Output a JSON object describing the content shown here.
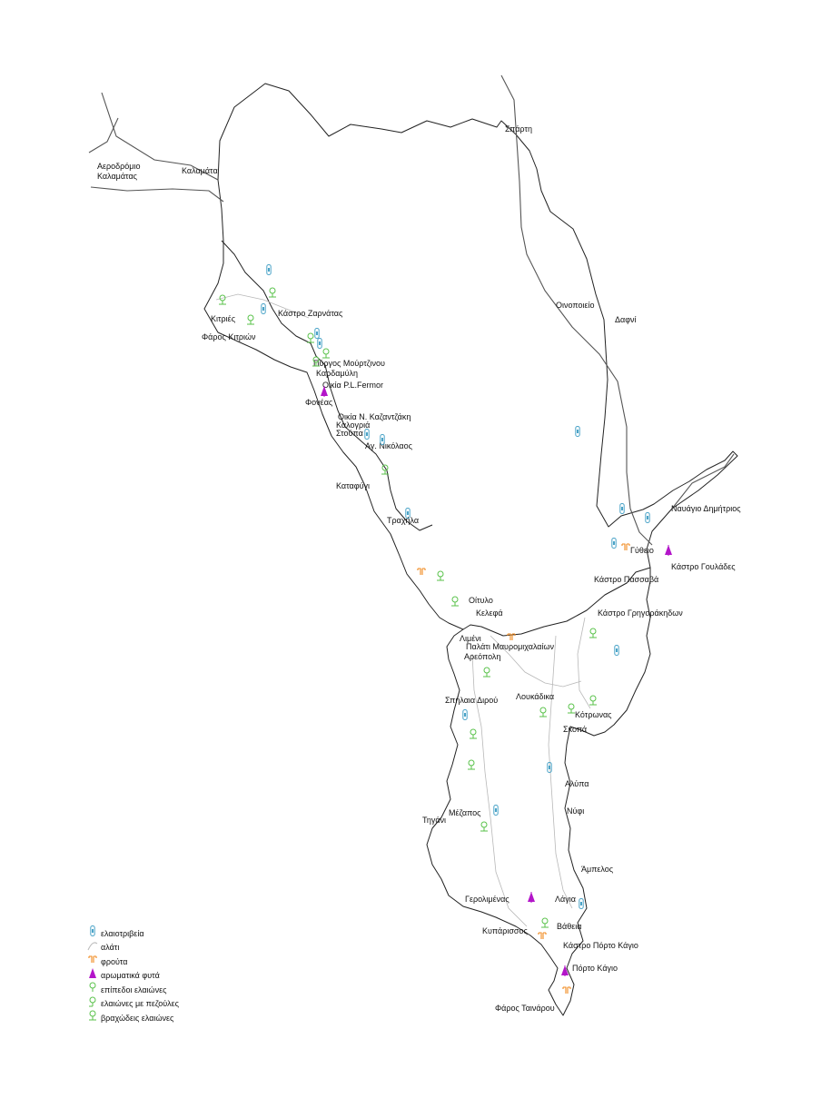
{
  "colors": {
    "coast": "#222222",
    "road": "#555555",
    "salt_route": "#b8b8b8",
    "olive_press": "#4aa3c7",
    "fruit": "#f08a1e",
    "aromatic": "#b315c9",
    "olive_grove": "#59c24a"
  },
  "places": [
    {
      "label": "Σπάρτη"
    },
    {
      "label": "Αεροδρόμιο"
    },
    {
      "label": "Καλαμάτας"
    },
    {
      "label": "Καλαμάτα"
    },
    {
      "label": "Κάστρο Ζαρνάτας"
    },
    {
      "label": "Κιτριές"
    },
    {
      "label": "Φάρος Κιτριών"
    },
    {
      "label": "Οινοποιείο"
    },
    {
      "label": "Δαφνί"
    },
    {
      "label": "Πύργος Μούρτζινου"
    },
    {
      "label": "Καρδαμύλη"
    },
    {
      "label": "Οικία P.L.Fermor"
    },
    {
      "label": "Φονέας"
    },
    {
      "label": "Οικία Ν. Καζαντζάκη"
    },
    {
      "label": "Καλογριά"
    },
    {
      "label": "Στούπα"
    },
    {
      "label": "Αγ. Νικόλαος"
    },
    {
      "label": "Καταφύγι"
    },
    {
      "label": "Ναυάγιο Δημήτριος"
    },
    {
      "label": "Τραχήλα"
    },
    {
      "label": "Γύθειο"
    },
    {
      "label": "Κάστρο Γουλάδες"
    },
    {
      "label": "Κάστρο Πασσαβά"
    },
    {
      "label": "Οίτυλο"
    },
    {
      "label": "Κάστρο Γρηγοράκηδων"
    },
    {
      "label": "Κελεφά"
    },
    {
      "label": "Λιμένι"
    },
    {
      "label": "Παλάτι Μαυρομιχαλαίων"
    },
    {
      "label": "Αρεόπολη"
    },
    {
      "label": "Σπήλαια Διρού"
    },
    {
      "label": "Λουκάδικα"
    },
    {
      "label": "Κότρωνας"
    },
    {
      "label": "Σκοπά"
    },
    {
      "label": "Αλύπα"
    },
    {
      "label": "Νύφι"
    },
    {
      "label": "Μέζαπος"
    },
    {
      "label": "Τηγάνι"
    },
    {
      "label": "Άμπελος"
    },
    {
      "label": "Γερολιμένας"
    },
    {
      "label": "Λάγια"
    },
    {
      "label": "Βάθεια"
    },
    {
      "label": "Κυπάρισσος"
    },
    {
      "label": "Κάστρο Πόρτο Κάγιο"
    },
    {
      "label": "Πόρτο Κάγιο"
    },
    {
      "label": "Φάρος Ταινάρου"
    }
  ],
  "legend": {
    "items": [
      {
        "label": "ελαιοτριβεία",
        "icon": "olive-press-icon"
      },
      {
        "label": "αλάτι",
        "icon": "salt-route-icon"
      },
      {
        "label": "φρούτα",
        "icon": "fruit-icon"
      },
      {
        "label": "αρωματικά φυτά",
        "icon": "aromatic-plant-icon"
      },
      {
        "label": "επίπεδοι ελαιώνες",
        "icon": "flat-olive-grove-icon"
      },
      {
        "label": "ελαιώνες με πεζούλες",
        "icon": "terraced-olive-grove-icon"
      },
      {
        "label": "βραχώδεις ελαιώνες",
        "icon": "rocky-olive-grove-icon"
      }
    ]
  }
}
